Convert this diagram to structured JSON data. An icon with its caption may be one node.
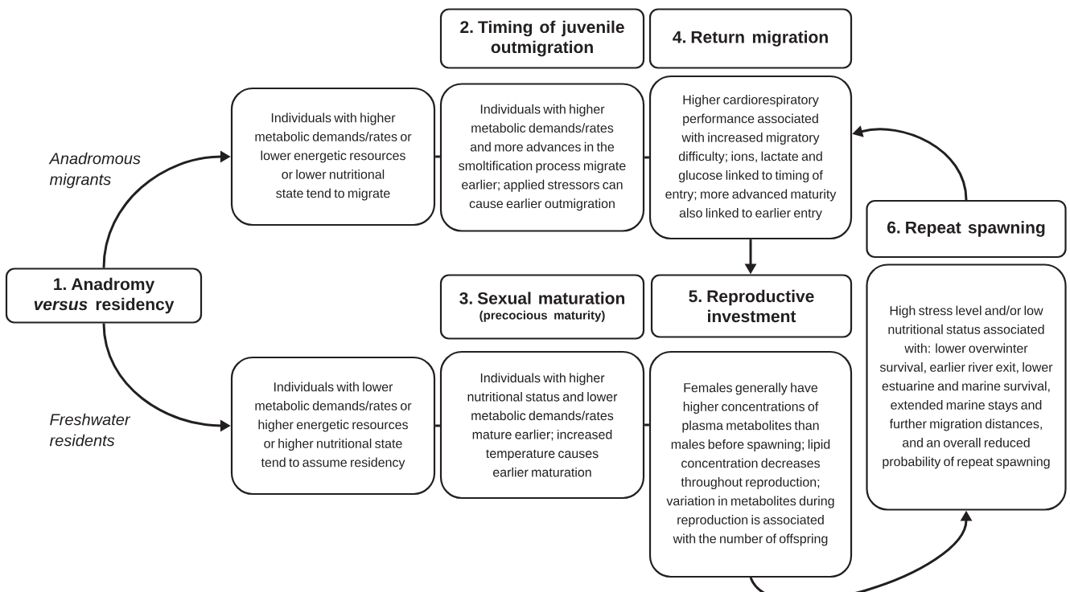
{
  "diagram": {
    "nodes": [
      {
        "text": [
          "1. Anadromy *versus* residency"
        ]
      },
      {
        "text": [
          "2. Timing of juvenile outmigration"
        ]
      },
      {
        "text": [
          "4. Return migration"
        ]
      },
      {
        "text": [
          "Individuals with higher metabolic demands/rates or lower energetic resources or lower nutritional state tend to migrate"
        ]
      },
      {
        "text": [
          "Individuals with higher metabolic demands/rates and more advances in the smoltification process migrate earlier; applied stressors can cause earlier outmigration"
        ]
      },
      {
        "text": [
          "Higher cardiorespiratory performance associated with increased migratory difficulty; ions, lactate and glucose linked to timing of entry; more advanced maturity also linked to earlier entry"
        ]
      },
      {
        "text": [
          "6. Repeat spawning"
        ]
      },
      {
        "text": [
          "3. Sexual maturation",
          "(precocious maturity)"
        ]
      },
      {
        "text": [
          "5. Reproductive investment"
        ]
      },
      {
        "text": [
          "High stress level and/or low nutritional status associated with: lower overwinter survival, earlier river exit, lower estuarine and marine survival, extended marine stays and further migration distances, and an overall reduced probability of repeat spawning"
        ]
      },
      {
        "text": [
          "Individuals with lower metabolic demands/rates or higher energetic resources or higher nutritional state tend to assume residency"
        ]
      },
      {
        "text": [
          "Individuals with higher nutritional status and lower metabolic demands/rates mature earlier; increased temperature causes earlier maturation"
        ]
      },
      {
        "text": [
          "Females generally have higher concentrations of plasma metabolites than males before spawning; lipid concentration decreases throughout reproduction; variation in metabolites during reproduction is associated with the number of offspring"
        ]
      }
    ],
    "edges": [
      {
        "from": 0,
        "to": 3,
        "arrow": "to",
        "label": "Anadromous migrants"
      },
      {
        "from": 0,
        "to": 10,
        "arrow": "to",
        "label": "Freshwater residents"
      },
      {
        "from": 3,
        "to": 4,
        "arrow": "none"
      },
      {
        "from": 4,
        "to": 5,
        "arrow": "none"
      },
      {
        "from": 10,
        "to": 11,
        "arrow": "none"
      },
      {
        "from": 11,
        "to": 12,
        "arrow": "none"
      },
      {
        "from": 5,
        "to": 8,
        "arrow": "to"
      },
      {
        "from": 12,
        "to": 9,
        "arrow": "to"
      },
      {
        "from": 6,
        "to": 5,
        "arrow": "to"
      }
    ]
  }
}
